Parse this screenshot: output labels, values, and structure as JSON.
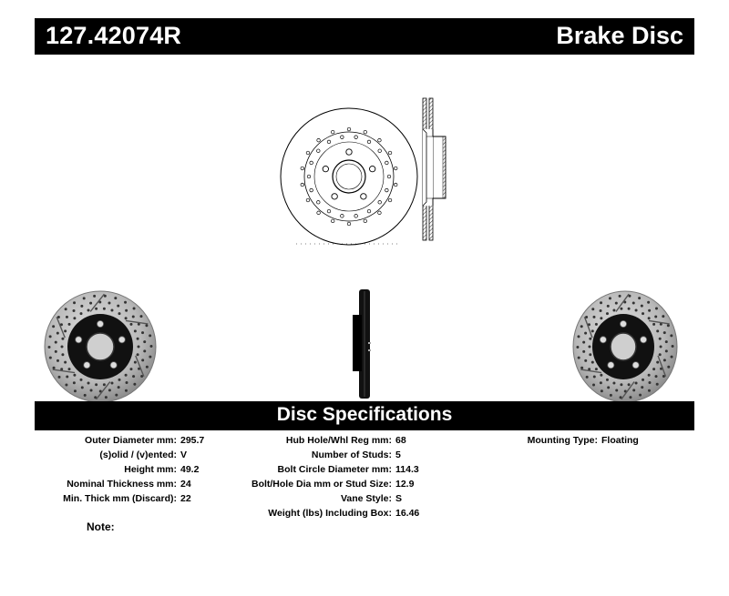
{
  "header": {
    "part_number": "127.42074R",
    "doc_type": "Brake Disc"
  },
  "specs_section": {
    "title": "Disc Specifications",
    "column1": [
      {
        "label": "Outer Diameter mm:",
        "value": "295.7"
      },
      {
        "label": "(s)olid / (v)ented:",
        "value": "V"
      },
      {
        "label": "Height mm:",
        "value": "49.2"
      },
      {
        "label": "Nominal Thickness mm:",
        "value": "24"
      },
      {
        "label": "Min. Thick mm (Discard):",
        "value": "22"
      }
    ],
    "column2": [
      {
        "label": "Hub Hole/Whl Reg mm:",
        "value": "68"
      },
      {
        "label": "Number of Studs:",
        "value": "5"
      },
      {
        "label": "Bolt Circle Diameter mm:",
        "value": "114.3"
      },
      {
        "label": "Bolt/Hole Dia mm or Stud Size:",
        "value": "12.9"
      },
      {
        "label": "Vane Style:",
        "value": "S"
      },
      {
        "label": "Weight (lbs) Including Box:",
        "value": "16.46"
      }
    ],
    "column3": [
      {
        "label": "Mounting Type:",
        "value": "Floating"
      }
    ]
  },
  "note": {
    "label": "Note:"
  },
  "icons": [
    "disc-front-drawing",
    "disc-side-section-drawing",
    "disc-photo-left",
    "disc-photo-edge",
    "disc-photo-right"
  ]
}
